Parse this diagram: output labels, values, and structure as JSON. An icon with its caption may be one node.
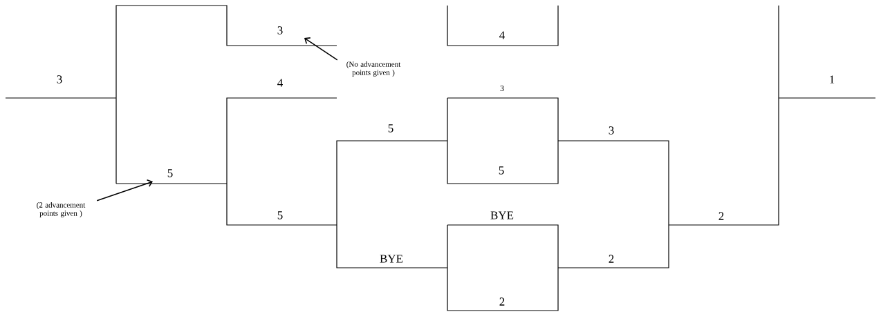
{
  "diagram": {
    "nodes": [
      {
        "text": [
          "(No advancement points given )"
        ]
      },
      {
        "text": [
          "(2 advancement points given )"
        ]
      }
    ],
    "edges": [
      {
        "from": 0,
        "to": null,
        "arrow": "to"
      },
      {
        "from": 1,
        "to": null,
        "arrow": "to"
      }
    ],
    "labels": [
      "3",
      "4",
      "3",
      "1",
      "4",
      "3",
      "5",
      "3",
      "5",
      "5",
      "5",
      "BYE",
      "2",
      "BYE",
      "2",
      "2"
    ]
  }
}
